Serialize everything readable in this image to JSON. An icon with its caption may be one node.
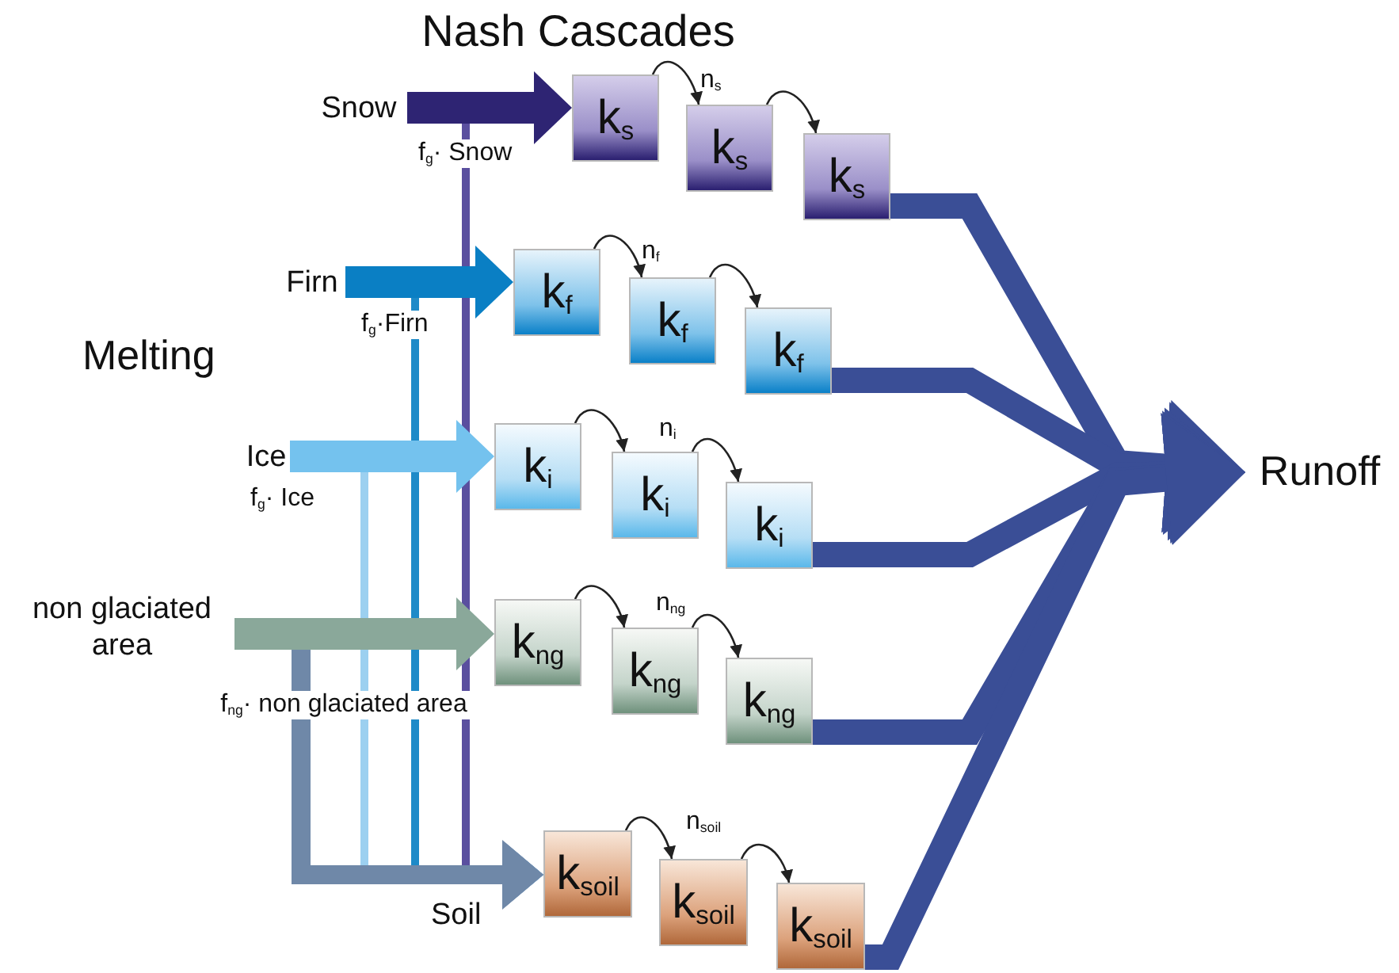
{
  "diagram": {
    "title": "Nash Cascades",
    "nodes": [
      {
        "text": [
          "Snow"
        ]
      },
      {
        "text": [
          "Firn"
        ]
      },
      {
        "text": [
          "Ice"
        ]
      },
      {
        "text": [
          "non glaciated area"
        ]
      },
      {
        "text": [
          "k$_{s}$"
        ]
      },
      {
        "text": [
          "k$_{s}$"
        ]
      },
      {
        "text": [
          "k$_{s}$"
        ]
      },
      {
        "text": [
          "k$_{f}$"
        ]
      },
      {
        "text": [
          "k$_{f}$"
        ]
      },
      {
        "text": [
          "k$_{f}$"
        ]
      },
      {
        "text": [
          "k$_{i}$"
        ]
      },
      {
        "text": [
          "k$_{i}$"
        ]
      },
      {
        "text": [
          "k$_{i}$"
        ]
      },
      {
        "text": [
          "k$_{ng}$"
        ]
      },
      {
        "text": [
          "k$_{ng}$"
        ]
      },
      {
        "text": [
          "k$_{ng}$"
        ]
      },
      {
        "text": [
          "k$_{soil}$"
        ]
      },
      {
        "text": [
          "k$_{soil}$"
        ]
      },
      {
        "text": [
          "k$_{soil}$"
        ]
      },
      {
        "text": [
          "Runoff"
        ]
      }
    ],
    "edges": [
      {
        "from": 0,
        "to": 4,
        "arrow": "to",
        "style": "thick",
        "color": "#2e2473"
      },
      {
        "from": 1,
        "to": 7,
        "arrow": "to",
        "style": "thick",
        "color": "#0a7fc4"
      },
      {
        "from": 2,
        "to": 10,
        "arrow": "to",
        "style": "thick",
        "color": "#74c2ee"
      },
      {
        "from": 3,
        "to": 13,
        "arrow": "to",
        "style": "thick",
        "color": "#8aa89a"
      },
      {
        "from": 0,
        "to": 16,
        "arrow": "to",
        "label": "f$_{g}$· Snow",
        "color": "#5a4f9f"
      },
      {
        "from": 1,
        "to": 16,
        "arrow": "to",
        "label": "f$_{g}$·Firn",
        "color": "#1e8ac8"
      },
      {
        "from": 2,
        "to": 16,
        "arrow": "to",
        "label": "f$_{g}$· Ice",
        "color": "#9cd0f0"
      },
      {
        "from": 3,
        "to": 16,
        "arrow": "to",
        "label": "f$_{ng}$· non glaciated area",
        "style": "thick",
        "color": "#6f88a8"
      },
      {
        "from": 4,
        "to": 5,
        "arrow": "to"
      },
      {
        "from": 5,
        "to": 6,
        "arrow": "to"
      },
      {
        "from": 7,
        "to": 8,
        "arrow": "to"
      },
      {
        "from": 8,
        "to": 9,
        "arrow": "to"
      },
      {
        "from": 10,
        "to": 11,
        "arrow": "to"
      },
      {
        "from": 11,
        "to": 12,
        "arrow": "to"
      },
      {
        "from": 13,
        "to": 14,
        "arrow": "to"
      },
      {
        "from": 14,
        "to": 15,
        "arrow": "to"
      },
      {
        "from": 16,
        "to": 17,
        "arrow": "to"
      },
      {
        "from": 17,
        "to": 18,
        "arrow": "to"
      },
      {
        "from": 6,
        "to": 19,
        "arrow": "to",
        "style": "thick",
        "color": "#3a4e96"
      },
      {
        "from": 9,
        "to": 19,
        "arrow": "to",
        "style": "thick",
        "color": "#3a4e96"
      },
      {
        "from": 12,
        "to": 19,
        "arrow": "to",
        "style": "thick",
        "color": "#3a4e96"
      },
      {
        "from": 15,
        "to": 19,
        "arrow": "to",
        "style": "thick",
        "color": "#3a4e96"
      },
      {
        "from": 18,
        "to": 19,
        "arrow": "to",
        "style": "thick",
        "color": "#3a4e96"
      }
    ],
    "labels": [
      "Melting",
      "n$_{s}$",
      "n$_{f}$",
      "n$_{i}$",
      "n$_{ng}$",
      "n$_{soil}$",
      "Soil"
    ]
  }
}
